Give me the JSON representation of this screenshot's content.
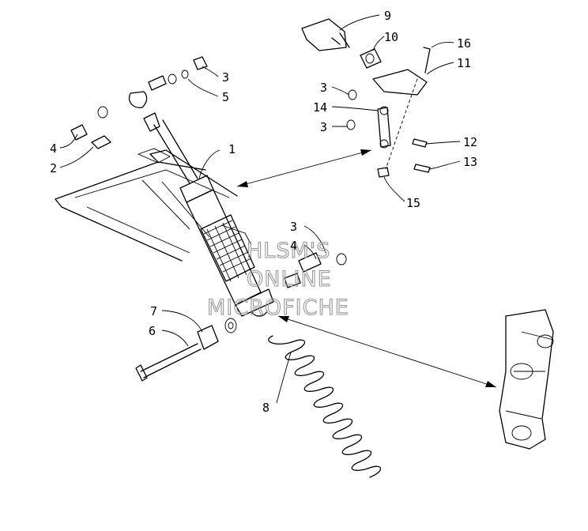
{
  "callouts": {
    "c1": "1",
    "c2": "2",
    "c3a": "3",
    "c3b": "3",
    "c3c": "3",
    "c3d": "3",
    "c4a": "4",
    "c4b": "4",
    "c5": "5",
    "c6": "6",
    "c7": "7",
    "c8": "8",
    "c9": "9",
    "c10": "10",
    "c11": "11",
    "c12": "12",
    "c13": "13",
    "c14": "14",
    "c15": "15",
    "c16": "16"
  },
  "watermark": {
    "line1": "HLSM'S",
    "line2": "ONLINE",
    "line3": "MICROFICHE"
  }
}
